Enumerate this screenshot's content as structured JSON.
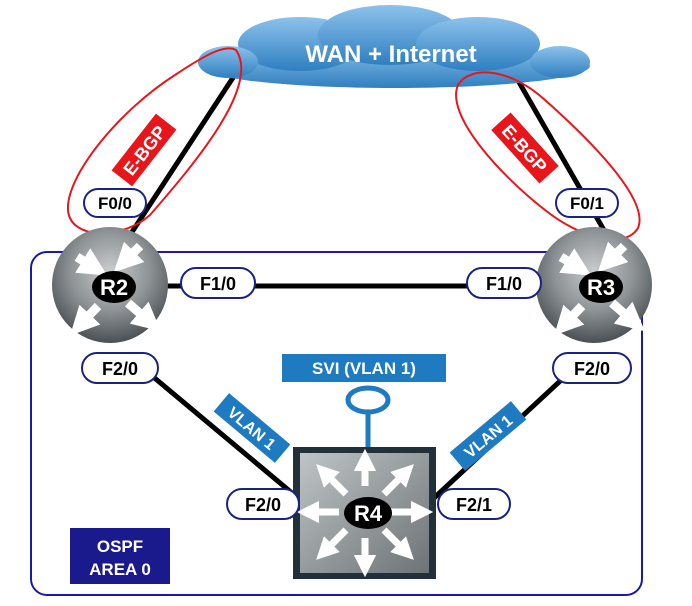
{
  "cloud": {
    "label": "WAN + Internet"
  },
  "routers": {
    "r2": {
      "name": "R2"
    },
    "r3": {
      "name": "R3"
    },
    "r4": {
      "name": "R4"
    }
  },
  "interfaces": {
    "r2_f00": "F0/0",
    "r3_f01": "F0/1",
    "r2_f10": "F1/0",
    "r3_f10": "F1/0",
    "r2_f20": "F2/0",
    "r3_f20": "F2/0",
    "r4_f20": "F2/0",
    "r4_f21": "F2/1"
  },
  "tags": {
    "ebgp_left": "E-BGP",
    "ebgp_right": "E-BGP",
    "vlan_left": "VLAN 1",
    "vlan_right": "VLAN 1",
    "svi": "SVI (VLAN 1)"
  },
  "area": {
    "line1": "OSPF",
    "line2": "AREA 0"
  },
  "colors": {
    "area_border": "#1a1aa6",
    "area_box": "#1a1a8c",
    "ebgp": "#e8161b",
    "vlan_tag": "#1f7bc1",
    "cloud": "#4f97d1",
    "interface_border": "#1a237e"
  }
}
